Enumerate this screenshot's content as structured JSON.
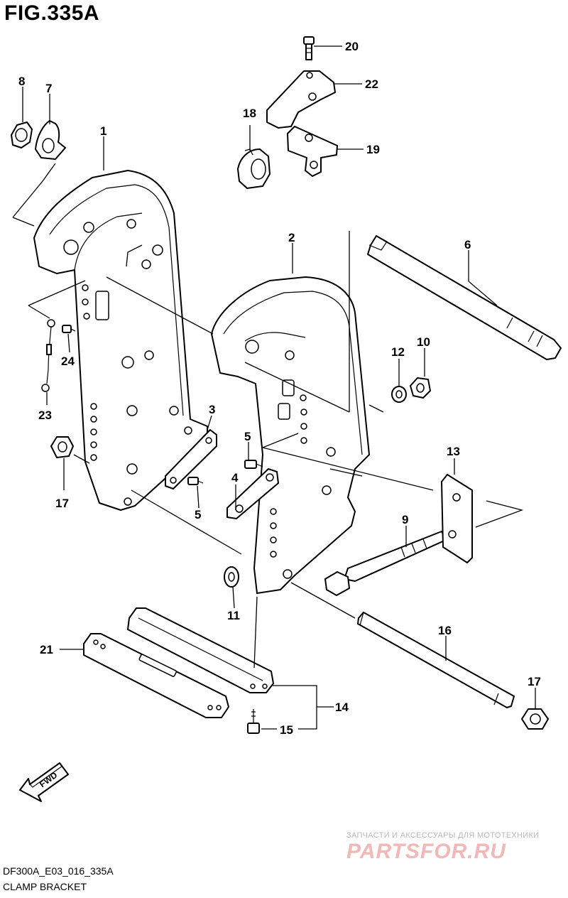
{
  "figure": {
    "title": "FIG.335A",
    "code": "DF300A_E03_016_335A",
    "caption": "CLAMP BRACKET",
    "fwd_label": "FWD"
  },
  "callouts": {
    "c1": "1",
    "c2": "2",
    "c3": "3",
    "c4": "4",
    "c5a": "5",
    "c5b": "5",
    "c6": "6",
    "c7": "7",
    "c8": "8",
    "c9": "9",
    "c10": "10",
    "c11": "11",
    "c12": "12",
    "c13": "13",
    "c14": "14",
    "c15": "15",
    "c16": "16",
    "c17a": "17",
    "c17b": "17",
    "c18": "18",
    "c19": "19",
    "c20": "20",
    "c21": "21",
    "c22": "22",
    "c23": "23",
    "c24": "24"
  },
  "watermark": {
    "text_top": "ЗАПЧАСТИ И АКСЕССУАРЫ ДЛЯ МОТОТЕХНИКИ",
    "logo": "PARTSFOR.RU"
  }
}
